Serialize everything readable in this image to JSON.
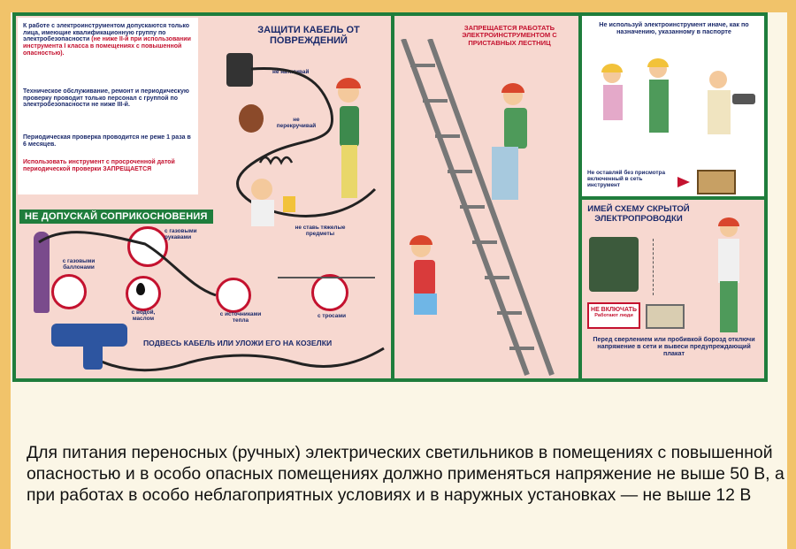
{
  "poster": {
    "rules_box": {
      "p1": "К работе с электроинструментом допускаются только лица, имеющие квалификационную группу по электробезопасности",
      "p1_red": "(не ниже II-й при использовании инструмента I класса в помещениях с повышенной опасностью).",
      "p2": "Техническое обслуживание, ремонт и периодическую проверку проводит только персонал с группой по электробезопасности не ниже III-й.",
      "p3": "Периодическая проверка проводится не реже 1 раза в 6 месяцев.",
      "p4_red": "Использовать инструмент с просроченной датой периодической проверки ЗАПРЕЩАЕТСЯ"
    },
    "protect_cable": {
      "title": "ЗАЩИТИ КАБЕЛЬ ОТ ПОВРЕЖДЕНИЙ",
      "no_pull": "не натягивай",
      "no_twist": "не перекручивай",
      "no_heavy": "не ставь тяжелые предметы"
    },
    "no_contact": {
      "title": "НЕ ДОПУСКАЙ СОПРИКОСНОВЕНИЯ",
      "gas_hoses": "с газовыми рукавами",
      "gas_cylinders": "с газовыми баллонами",
      "water_oil": "с водой, маслом",
      "heat": "с источниками тепла",
      "ropes": "с тросами",
      "hang_cable": "ПОДВЕСЬ КАБЕЛЬ ИЛИ УЛОЖИ ЕГО НА КОЗЕЛКИ"
    },
    "ladder": {
      "title": "ЗАПРЕЩАЕТСЯ РАБОТАТЬ ЭЛЕКТРОИНСТРУМЕНТОМ С ПРИСТАВНЫХ ЛЕСТНИЦ"
    },
    "purpose": {
      "title": "Не используй электроинструмент иначе, как по назначению, указанному в паспорте",
      "unattended": "Не оставляй без присмотра включенный в сеть инструмент"
    },
    "wiring": {
      "title": "ИМЕЙ СХЕМУ СКРЫТОЙ ЭЛЕКТРОПРОВОДКИ",
      "sign_main": "НЕ ВКЛЮЧАТЬ",
      "sign_sub": "Работают люди",
      "note": "Перед сверлением или пробивкой борозд отключи напряжение в сети и вывеси предупреждающий плакат"
    }
  },
  "caption": "Для питания переносных (ручных) электрических светильников в помещениях с повышенной опасностью и в особо опасных помещениях должно применяться напряжение не выше 50 В, а при работах в особо неблагоприятных условиях и в наружных установках — не выше 12 В",
  "colors": {
    "frame": "#1f7d3c",
    "panel": "#f7d8d0",
    "accent_red": "#c4122f",
    "text_blue": "#1b2a6b",
    "band": "#f1c36a"
  }
}
